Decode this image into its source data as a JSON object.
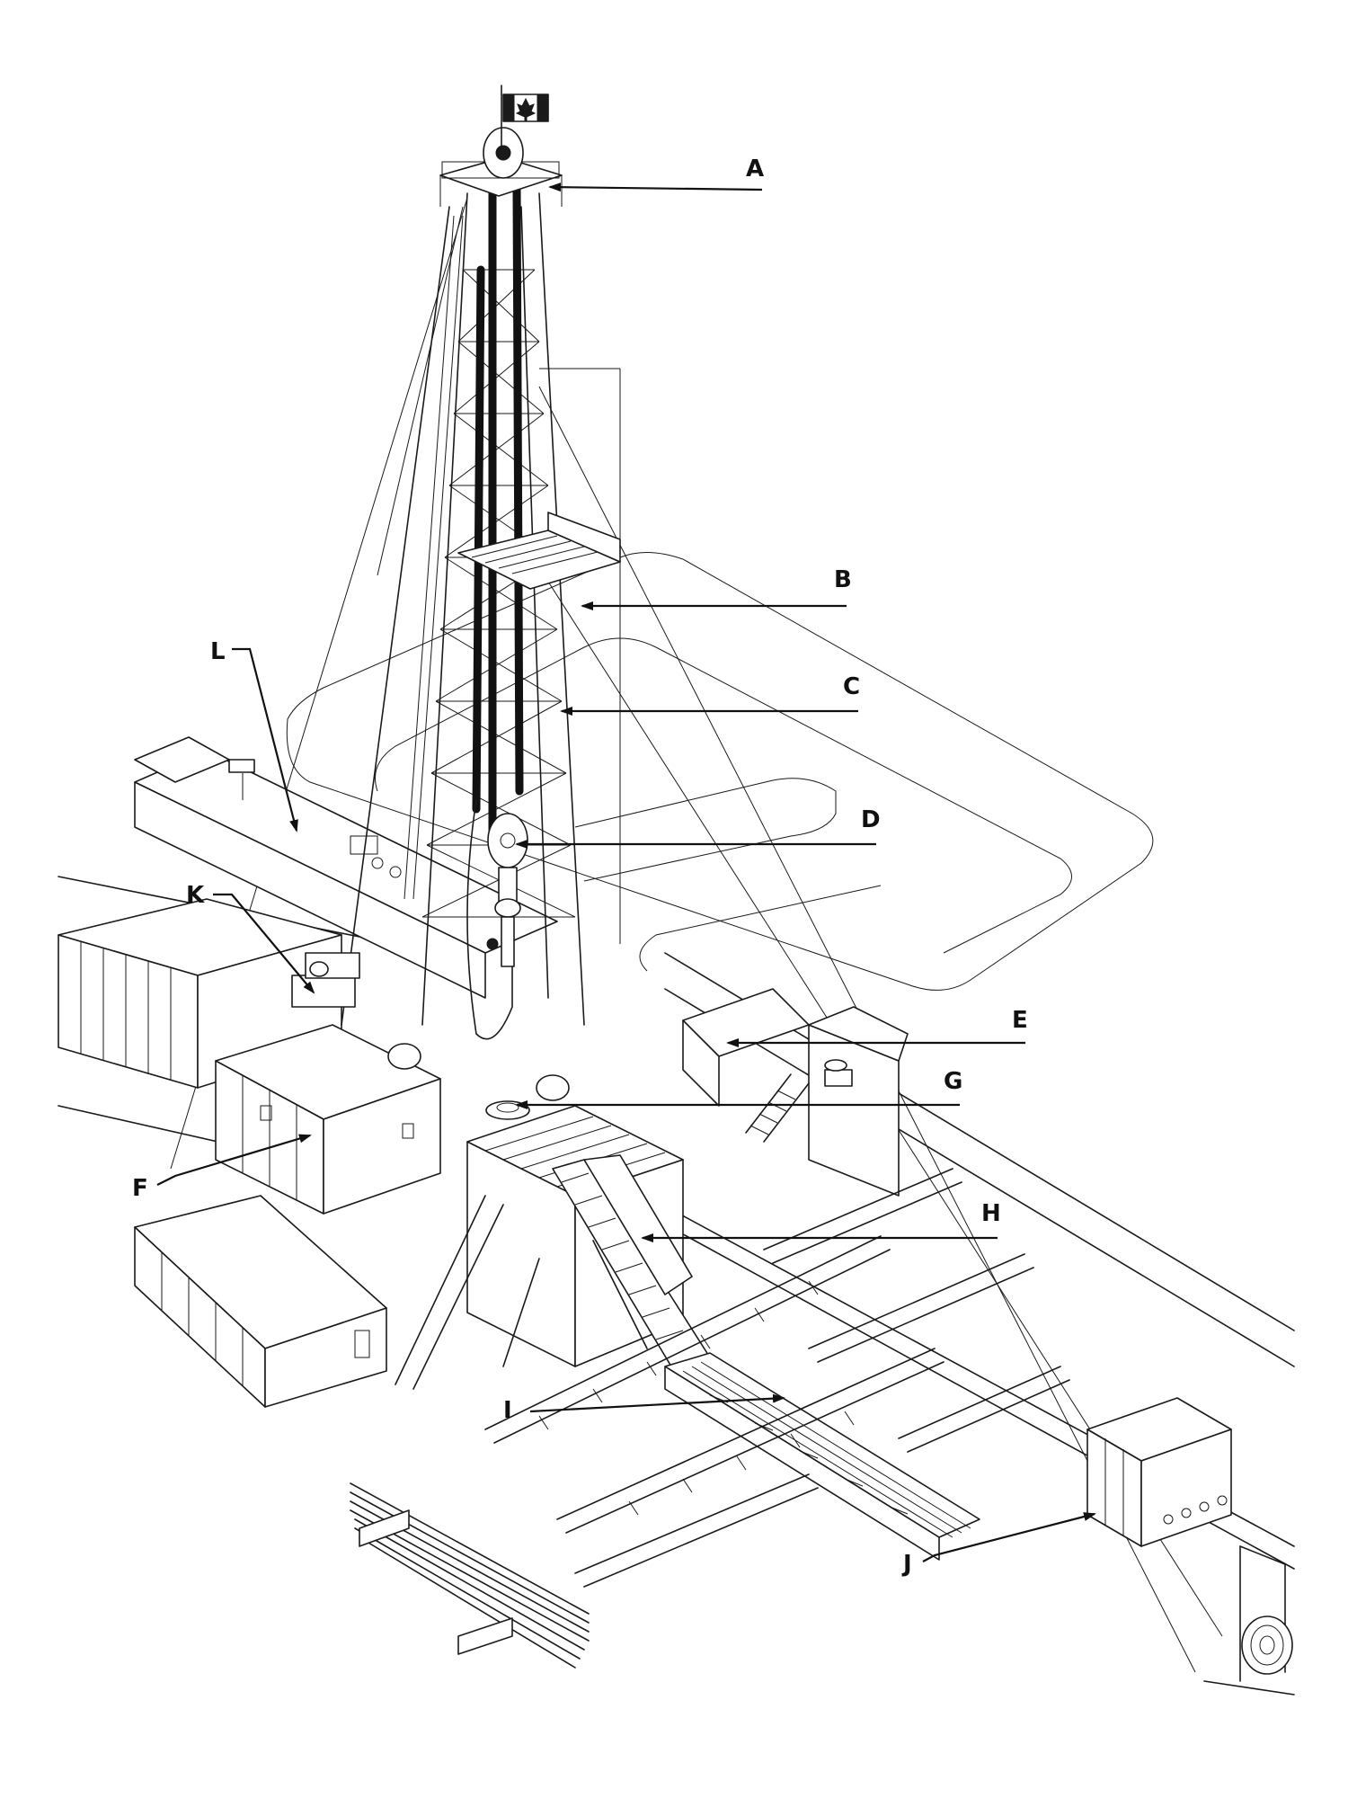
{
  "diagram": {
    "labels": [
      {
        "id": "A",
        "text": "A"
      },
      {
        "id": "B",
        "text": "B"
      },
      {
        "id": "C",
        "text": "C"
      },
      {
        "id": "D",
        "text": "D"
      },
      {
        "id": "E",
        "text": "E"
      },
      {
        "id": "F",
        "text": "F"
      },
      {
        "id": "G",
        "text": "G"
      },
      {
        "id": "H",
        "text": "H"
      },
      {
        "id": "I",
        "text": "I"
      },
      {
        "id": "J",
        "text": "J"
      },
      {
        "id": "K",
        "text": "K"
      },
      {
        "id": "L",
        "text": "L"
      }
    ],
    "flag": "canadian-flag",
    "colors": {
      "line": "#1a1a1a",
      "background": "#ffffff"
    }
  }
}
